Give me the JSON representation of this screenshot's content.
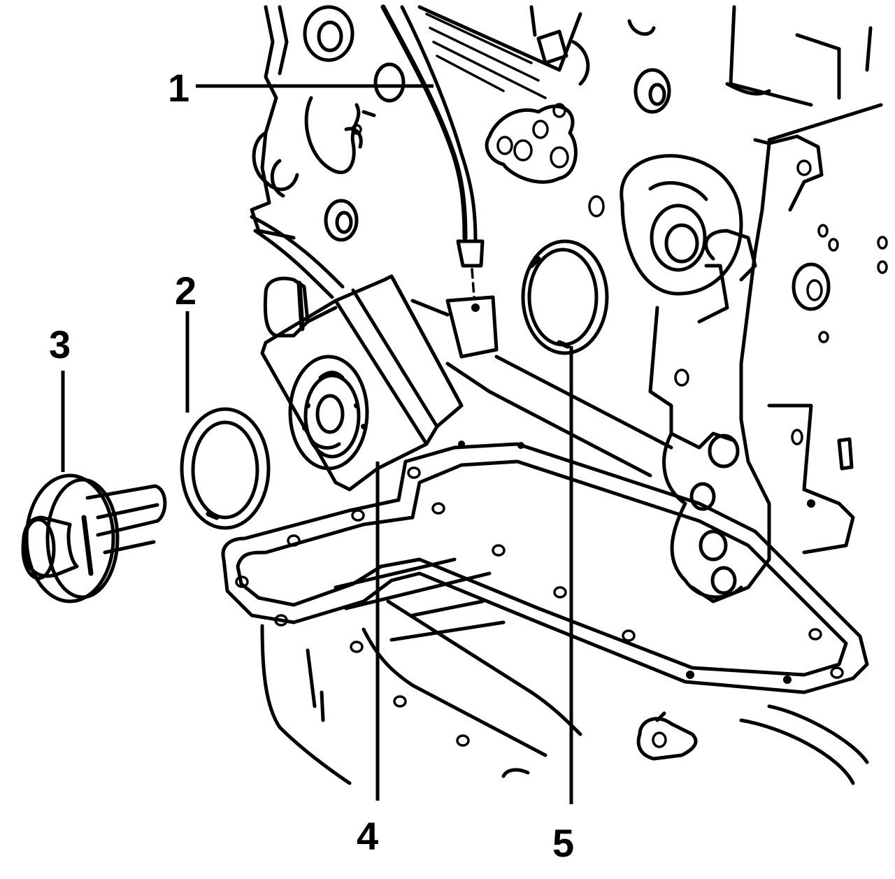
{
  "diagram": {
    "callouts": [
      {
        "id": "1",
        "text": "1"
      },
      {
        "id": "2",
        "text": "2"
      },
      {
        "id": "3",
        "text": "3"
      },
      {
        "id": "4",
        "text": "4"
      },
      {
        "id": "5",
        "text": "5"
      }
    ],
    "colors": {
      "ink": "#000000",
      "paper": "#ffffff"
    }
  }
}
